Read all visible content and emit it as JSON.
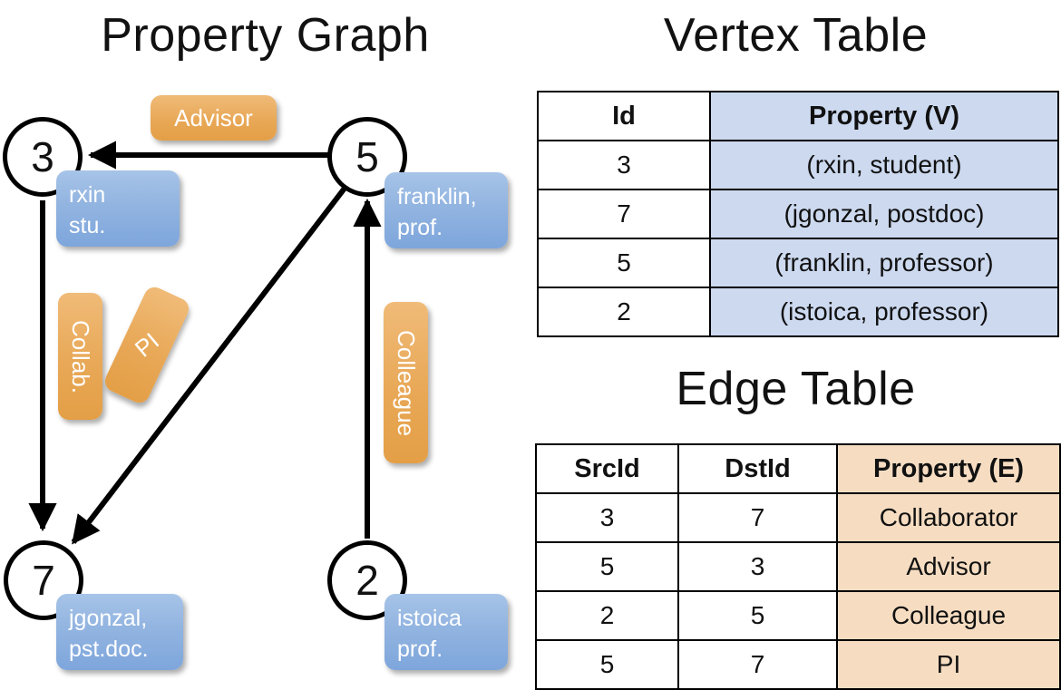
{
  "titles": {
    "graph": "Property Graph",
    "vertex_table": "Vertex Table",
    "edge_table": "Edge Table"
  },
  "graph": {
    "nodes": [
      {
        "id": "3",
        "property_line1": "rxin",
        "property_line2": "stu."
      },
      {
        "id": "5",
        "property_line1": "franklin,",
        "property_line2": "prof."
      },
      {
        "id": "7",
        "property_line1": "jgonzal,",
        "property_line2": "pst.doc."
      },
      {
        "id": "2",
        "property_line1": "istoica",
        "property_line2": "prof."
      }
    ],
    "edge_labels": [
      {
        "name": "advisor",
        "text": "Advisor"
      },
      {
        "name": "collab",
        "text": "Collab."
      },
      {
        "name": "pi",
        "text": "PI"
      },
      {
        "name": "colleague",
        "text": "Colleague"
      }
    ]
  },
  "vertex_table": {
    "headers": [
      "Id",
      "Property (V)"
    ],
    "rows": [
      {
        "id": "3",
        "property": "(rxin, student)"
      },
      {
        "id": "7",
        "property": "(jgonzal, postdoc)"
      },
      {
        "id": "5",
        "property": "(franklin, professor)"
      },
      {
        "id": "2",
        "property": "(istoica, professor)"
      }
    ]
  },
  "edge_table": {
    "headers": [
      "SrcId",
      "DstId",
      "Property (E)"
    ],
    "rows": [
      {
        "src": "3",
        "dst": "7",
        "property": "Collaborator"
      },
      {
        "src": "5",
        "dst": "3",
        "property": "Advisor"
      },
      {
        "src": "2",
        "dst": "5",
        "property": "Colleague"
      },
      {
        "src": "5",
        "dst": "7",
        "property": "PI"
      }
    ]
  },
  "colors": {
    "vertex_fill": "#ccd9ef",
    "edge_fill": "#f6ddc2",
    "node_box_blue": "#8cb0df",
    "edge_box_orange": "#e8a857",
    "stroke": "#000000"
  }
}
